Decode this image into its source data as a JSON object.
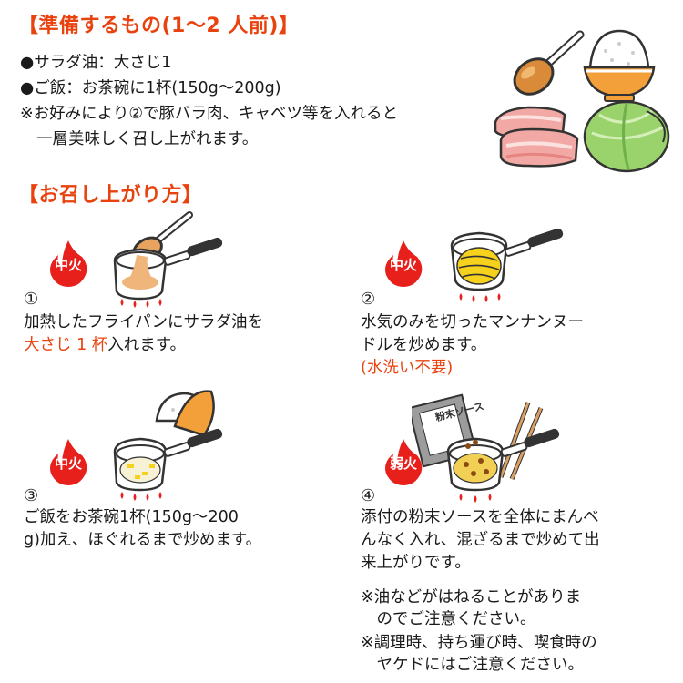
{
  "section1": {
    "title": "【準備するもの(1～2 人前)】",
    "items": [
      "●サラダ油：大さじ1",
      "●ご飯：お茶碗に1杯(150g～200g)"
    ],
    "note_line1": "※お好みにより②で豚バラ肉、キャベツ等を入れると",
    "note_line2": "一層美味しく召し上がれます。"
  },
  "section2": {
    "title": "【お召し上がり方】"
  },
  "steps": [
    {
      "num": "①",
      "heat": "中火",
      "line1": "加熱したフライパンにサラダ油を",
      "line2_highlight": "大さじ 1 杯",
      "line2_rest": "入れます。"
    },
    {
      "num": "②",
      "heat": "中火",
      "line1": "水気のみを切ったマンナンヌー",
      "line2": "ドルを炒めます。",
      "line3_highlight": "(水洗い不要)"
    },
    {
      "num": "③",
      "heat": "中火",
      "line1": "ご飯をお茶碗1杯(150g～200",
      "line2": "g)加え、ほぐれるまで炒めます。"
    },
    {
      "num": "④",
      "heat": "弱火",
      "line1": "添付の粉末ソースを全体にまんべ",
      "line2": "んなく入れ、混ざるまで炒めて出",
      "line3": "来上がりです。",
      "sauce_label": "粉末ソース"
    }
  ],
  "notes": [
    {
      "l1": "※油などがはねることがありま",
      "l2": "　のでご注意ください。"
    },
    {
      "l1": "※調理時、持ち運び時、喫食時の",
      "l2": "　ヤケドにはご注意ください。"
    }
  ],
  "colors": {
    "accent": "#e8430f",
    "flame": "#e8201c",
    "text": "#1a1a1a"
  }
}
